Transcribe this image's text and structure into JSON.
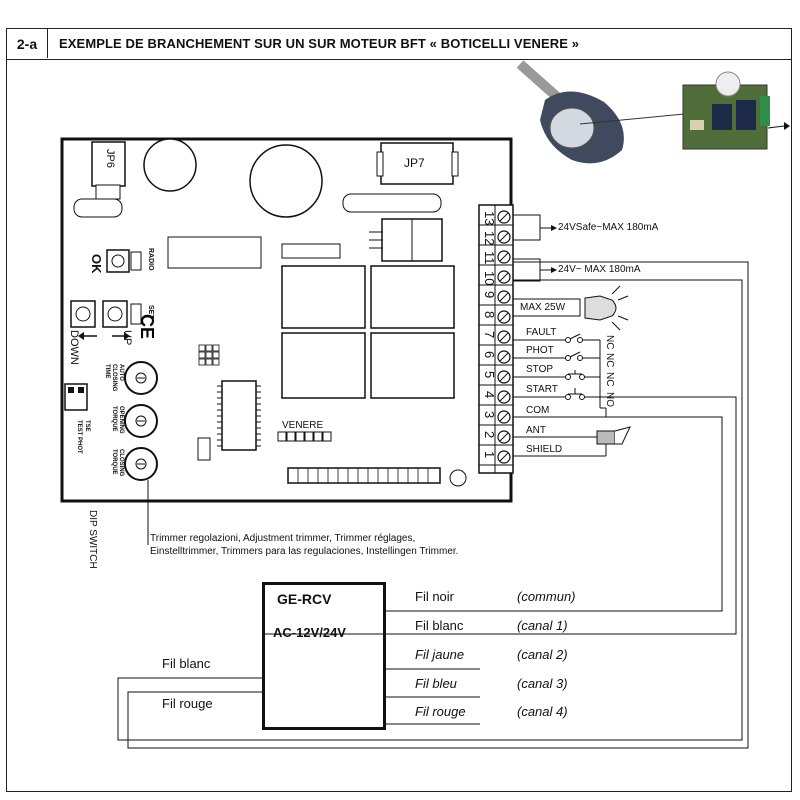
{
  "header": {
    "number": "2-a",
    "title": "EXEMPLE DE BRANCHEMENT SUR UN SUR MOTEUR BFT « BOTICELLI VENERE »"
  },
  "board": {
    "jp6": "JP6",
    "jp7": "JP7",
    "venere": "VENERE",
    "ok": "OK",
    "radio": "RADIO",
    "set": "SET",
    "down": "DOWN",
    "up": "UP",
    "trimmer_auto": "AUTO CLOSING TIME",
    "trimmer_opening": "OPENING TORQUE",
    "trimmer_closing": "CLOSING TORQUE",
    "dip_test": "TEST PHOT",
    "dip_tse": "TSE",
    "dip_switch": "DIP SWITCH",
    "terminals": [
      "13",
      "12",
      "11",
      "10",
      "9",
      "8",
      "7",
      "6",
      "5",
      "4",
      "3",
      "2",
      "1"
    ]
  },
  "annotations": {
    "safe_24v": "24VSafe~MAX 180mA",
    "v24": "24V~ MAX 180mA",
    "max25w": "MAX 25W",
    "fault": "FAULT",
    "phot": "PHOT",
    "stop": "STOP",
    "start": "START",
    "com": "COM",
    "ant": "ANT",
    "shield": "SHIELD",
    "nc1": "NC",
    "nc2": "NC",
    "nc3": "NC",
    "no": "NO",
    "trimmer_line1": "Trimmer regolazioni, Adjustment trimmer, Trimmer réglages,",
    "trimmer_line2": "Einstelltrimmer, Trimmers para las regulaciones, Instellingen Trimmer."
  },
  "receiver": {
    "name": "GE-RCV",
    "voltage": "AC-12V/24V",
    "left_wires": [
      {
        "label": "Fil blanc"
      },
      {
        "label": "Fil rouge"
      }
    ],
    "right_wires": [
      {
        "label": "Fil noir",
        "canal": "(commun)"
      },
      {
        "label": "Fil blanc",
        "canal": "(canal 1)"
      },
      {
        "label": "Fil jaune",
        "canal": "(canal 2)"
      },
      {
        "label": "Fil bleu",
        "canal": "(canal 3)"
      },
      {
        "label": "Fil rouge",
        "canal": "(canal 4)"
      }
    ]
  },
  "icons": [
    "ce-mark-icon",
    "motor-photo-icon",
    "receiver-board-icon",
    "lamp-icon",
    "antenna-icon"
  ]
}
